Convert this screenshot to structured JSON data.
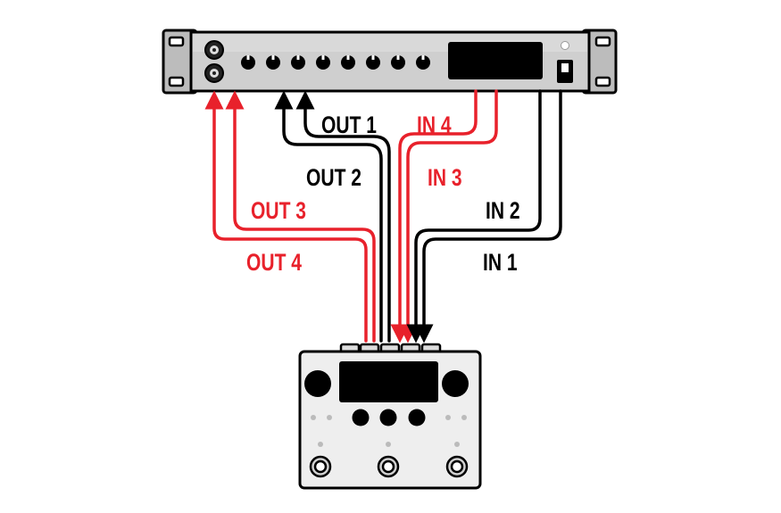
{
  "colors": {
    "black_cable": "#000000",
    "red_cable": "#e8212b",
    "rack_face": "#c9c9c9",
    "rack_ear": "#b5b5b5",
    "pedal_body": "#eeeeee",
    "outline": "#000000"
  },
  "labels": {
    "out1": "OUT 1",
    "out2": "OUT 2",
    "out3": "OUT 3",
    "out4": "OUT 4",
    "in1": "IN 1",
    "in2": "IN 2",
    "in3": "IN 3",
    "in4": "IN 4"
  },
  "rack_unit": {
    "knob_count": 8,
    "jack_count": 2,
    "icons": [
      "combo-jack-icon",
      "knob-icon",
      "display-screen-icon",
      "power-led-icon",
      "power-switch-icon"
    ]
  },
  "pedal_unit": {
    "knob_count": 3,
    "footswitch_count": 3,
    "icons": [
      "display-screen-icon",
      "knob-icon",
      "footswitch-icon",
      "led-icon"
    ]
  }
}
